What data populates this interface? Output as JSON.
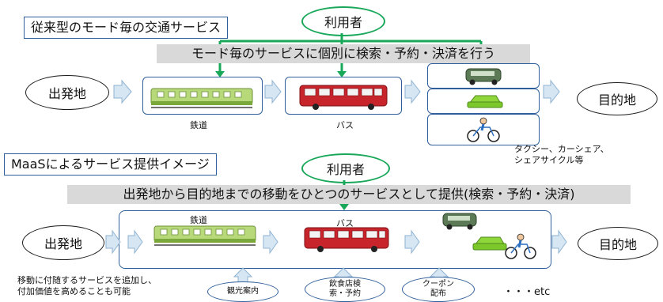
{
  "top": {
    "title": "従来型のモード毎の交通サービス",
    "user_label": "利用者",
    "banner": "モード毎のサービスに個別に検索・予約・決済を行う",
    "origin": "出発地",
    "destination": "目的地",
    "rail_label": "鉄道",
    "bus_label": "バス",
    "other_modes_note": [
      "タクシー、カーシェア、",
      "シェアサイクル等"
    ]
  },
  "bottom": {
    "title": "MaaSによるサービス提供イメージ",
    "user_label": "利用者",
    "banner": "出発地から目的地までの移動をひとつのサービスとして提供(検索・予約・決済)",
    "origin": "出発地",
    "destination": "目的地",
    "rail_label": "鉄道",
    "bus_label": "バス",
    "value_add_note": [
      "移動に付随するサービスを追加し、",
      "付加価値を高めることも可能"
    ],
    "services": [
      [
        "観光案内"
      ],
      [
        "飲食店検",
        "索・予約"
      ],
      [
        "クーポン",
        "配布"
      ]
    ],
    "etc": "・・・etc"
  },
  "colors": {
    "green_line": "#19a85a",
    "blue_border": "#2f5f9a",
    "arrow_fill": "#d6e6f3"
  }
}
